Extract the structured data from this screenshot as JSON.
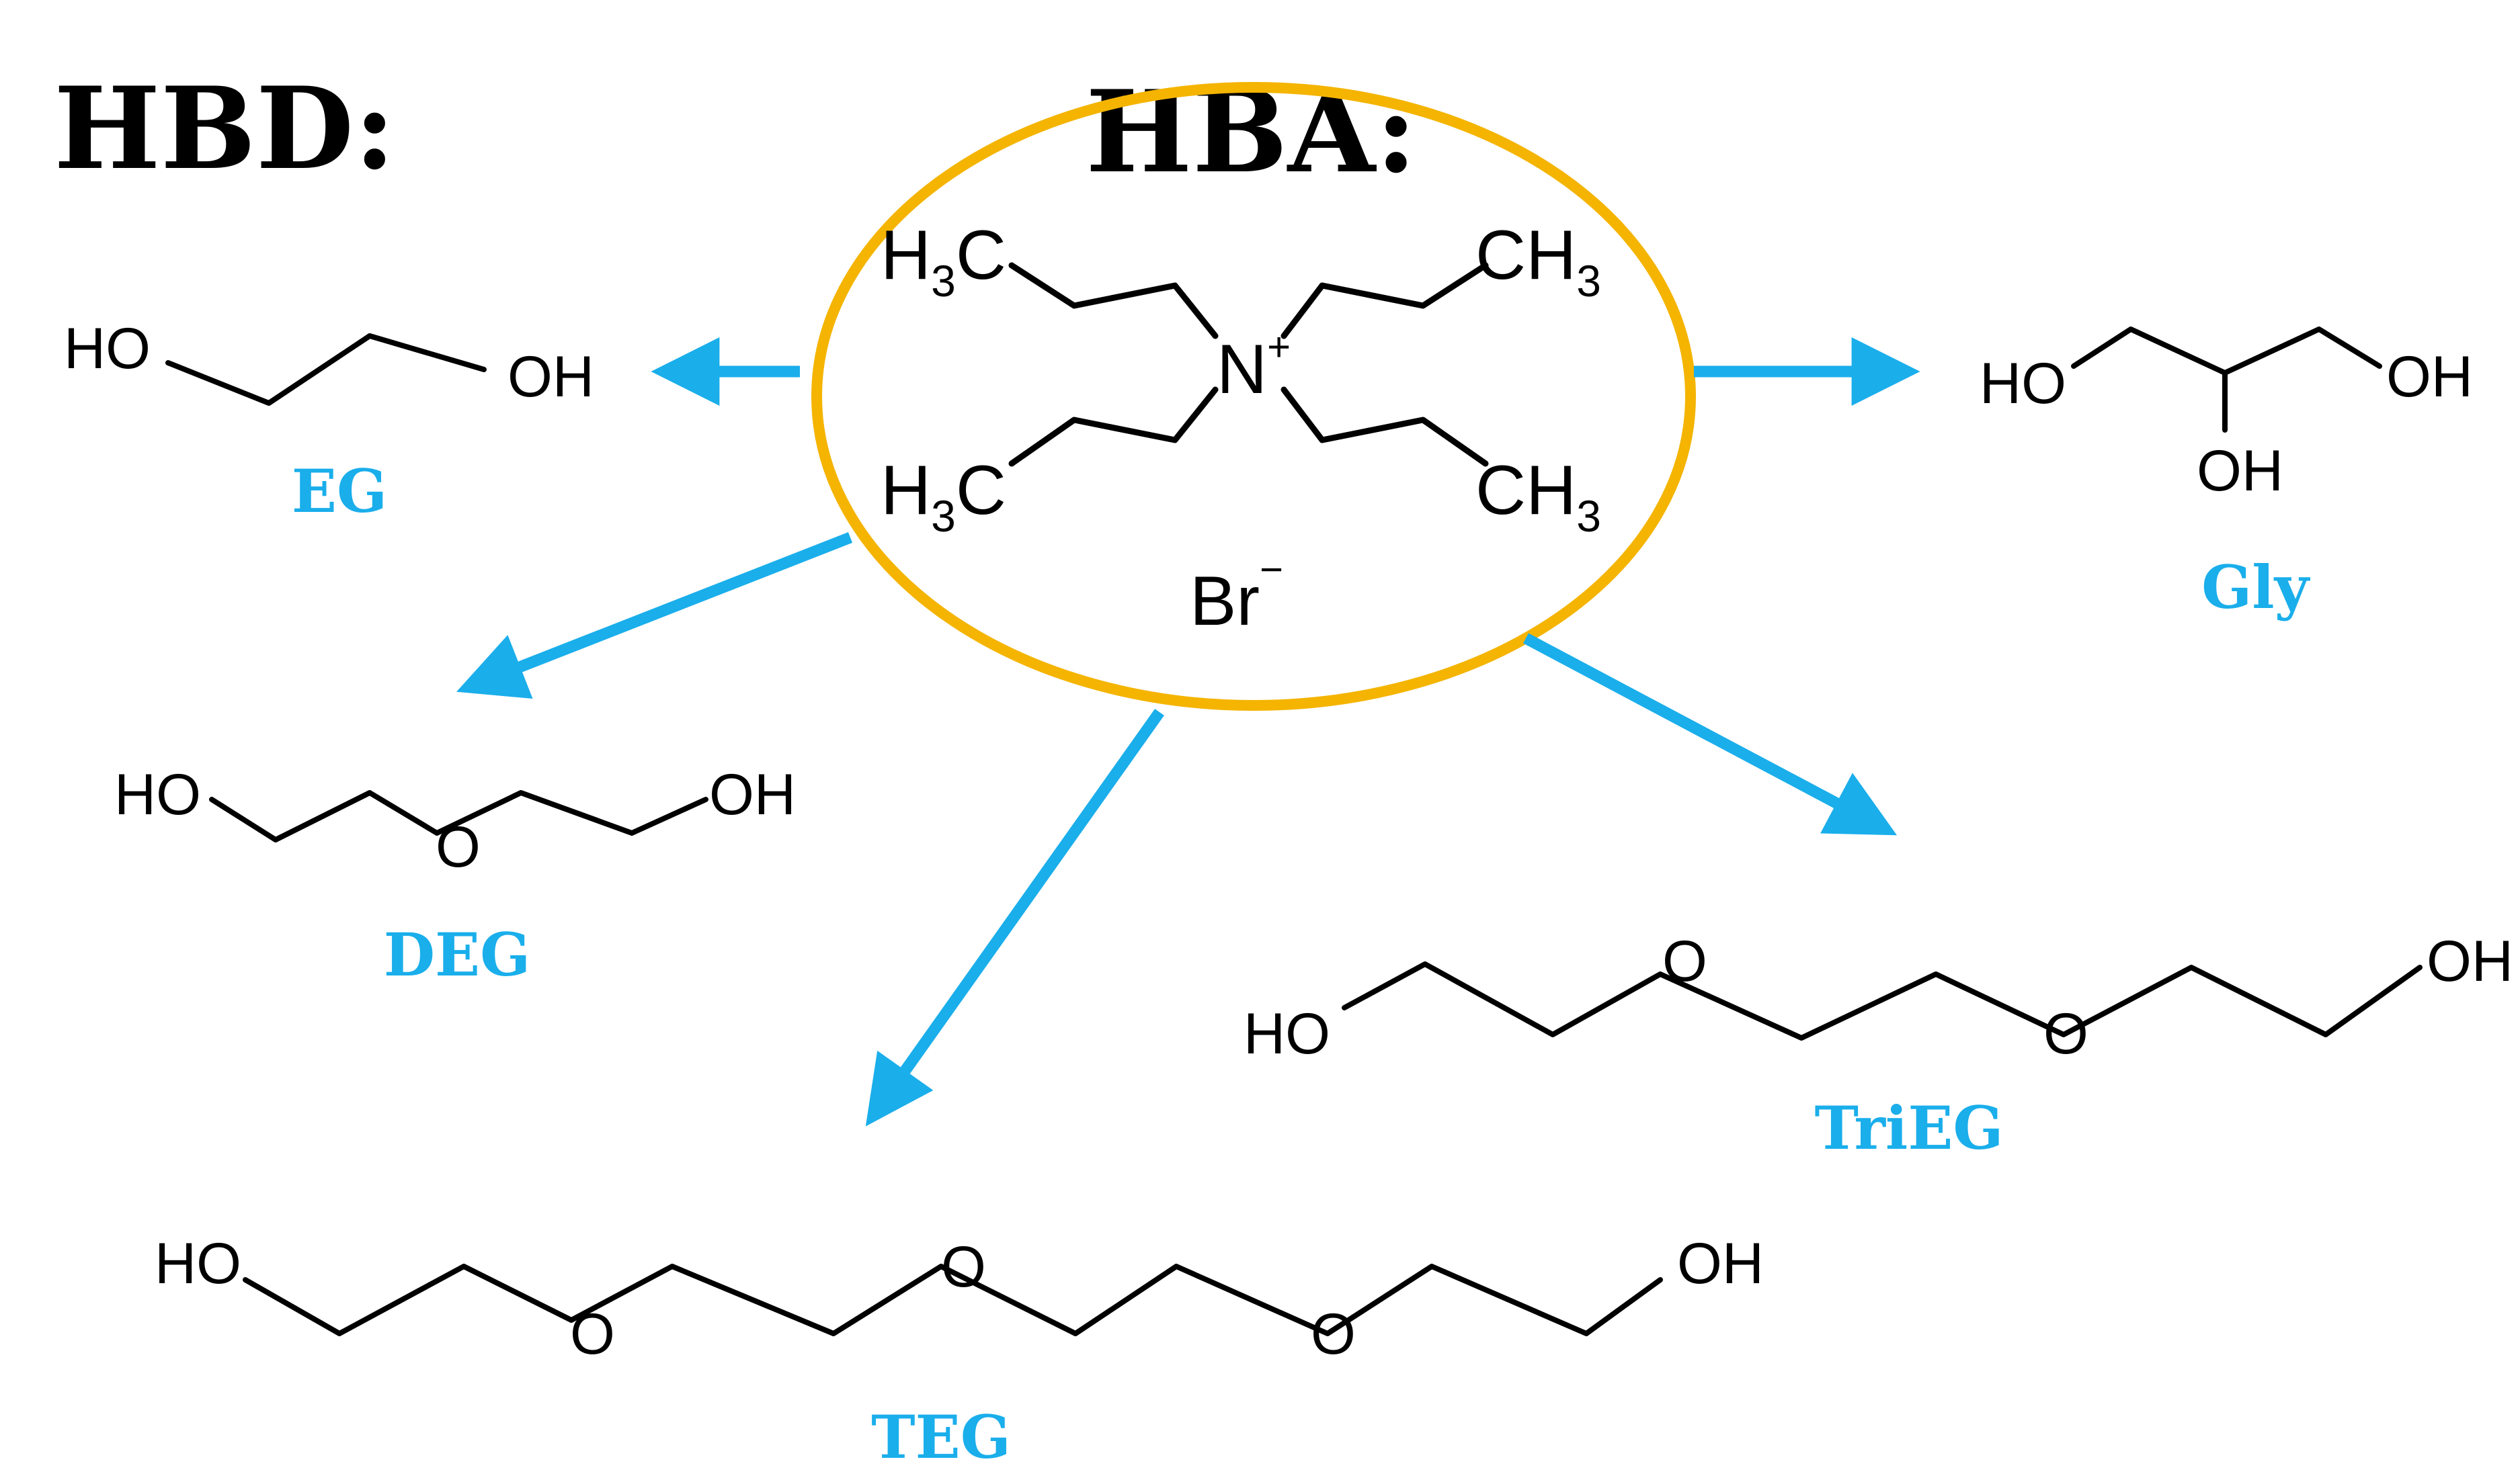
{
  "headings": {
    "hbd": "HBD:",
    "hba": "HBA:"
  },
  "hba": {
    "h3c": "H",
    "h3c_sub": "3",
    "h3c_c": "C",
    "ch3": "CH",
    "ch3_sub": "3",
    "nitrogen": "N",
    "nitrogen_charge": "+",
    "bromide": "Br",
    "bromide_charge": "−"
  },
  "atoms": {
    "ho": "HO",
    "oh": "OH",
    "o": "O"
  },
  "hbd_labels": {
    "eg": "EG",
    "deg": "DEG",
    "gly": "Gly",
    "trieg": "TriEG",
    "teg": "TEG"
  },
  "colors": {
    "ellipse": "#F4B400",
    "arrow": "#1AAEEB",
    "label": "#1AAEEB",
    "bond": "#000000"
  }
}
